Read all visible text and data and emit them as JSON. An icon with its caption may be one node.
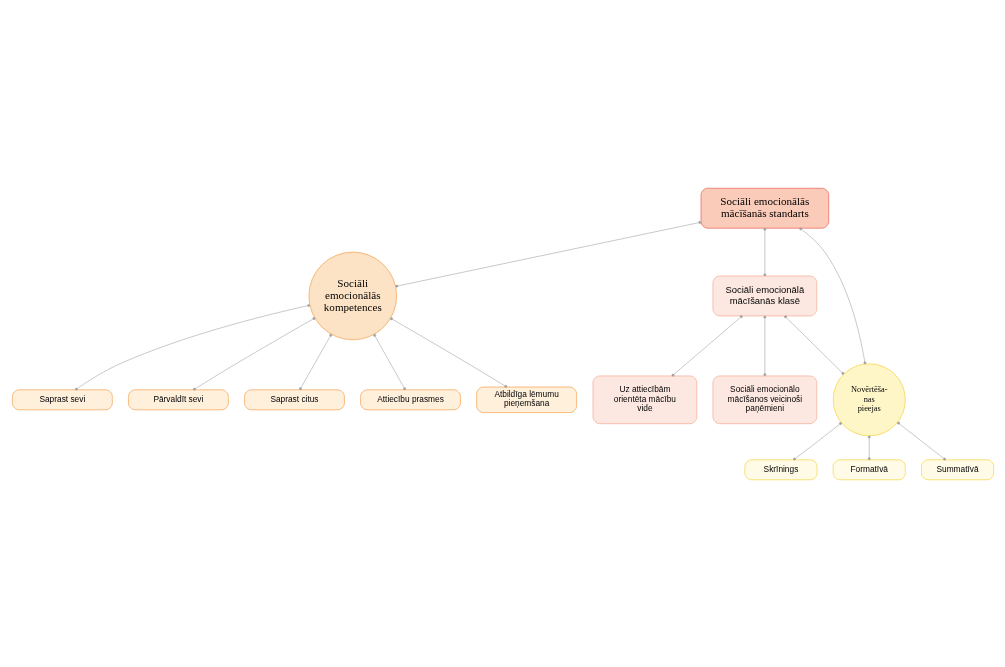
{
  "diagram": {
    "nodes": [
      {
        "text": [
          "Sociāli emocionālās mācīšanās standarts"
        ]
      },
      {
        "text": [
          "Sociāli emocionālās kompetences"
        ]
      },
      {
        "text": [
          "Sociāli emocionālā mācīšanās klasē"
        ]
      },
      {
        "text": [
          "Uz attiecībām orientēta mācību vide"
        ]
      },
      {
        "text": [
          "Sociāli emocionālo mācīšanos veicinoši paņēmieni"
        ]
      },
      {
        "text": [
          "Saprast sevi"
        ]
      },
      {
        "text": [
          "Pārvaldīt sevi"
        ]
      },
      {
        "text": [
          "Saprast citus"
        ]
      },
      {
        "text": [
          "Attiecību prasmes"
        ]
      },
      {
        "text": [
          "Atbildīga lēmumu pieņemšana"
        ]
      },
      {
        "text": [
          "Novērtēša- nas pieejas"
        ]
      },
      {
        "text": [
          "Skrīnings"
        ]
      },
      {
        "text": [
          "Formatīvā"
        ]
      },
      {
        "text": [
          "Summatīvā"
        ]
      }
    ],
    "edges": [
      {
        "from": 0,
        "to": 1,
        "arrow": "other"
      },
      {
        "from": 0,
        "to": 2,
        "arrow": "other"
      },
      {
        "from": 0,
        "to": 10,
        "arrow": "other"
      },
      {
        "from": 2,
        "to": 10,
        "arrow": "other"
      },
      {
        "from": 2,
        "to": 3,
        "arrow": "other"
      },
      {
        "from": 2,
        "to": 4,
        "arrow": "other"
      },
      {
        "from": 1,
        "to": 5,
        "arrow": "other"
      },
      {
        "from": 1,
        "to": 6,
        "arrow": "other"
      },
      {
        "from": 1,
        "to": 7,
        "arrow": "other"
      },
      {
        "from": 1,
        "to": 8,
        "arrow": "other"
      },
      {
        "from": 1,
        "to": 9,
        "arrow": "other"
      },
      {
        "from": 10,
        "to": 11,
        "arrow": "other"
      },
      {
        "from": 10,
        "to": 12,
        "arrow": "other"
      },
      {
        "from": 10,
        "to": 13,
        "arrow": "other"
      }
    ]
  }
}
